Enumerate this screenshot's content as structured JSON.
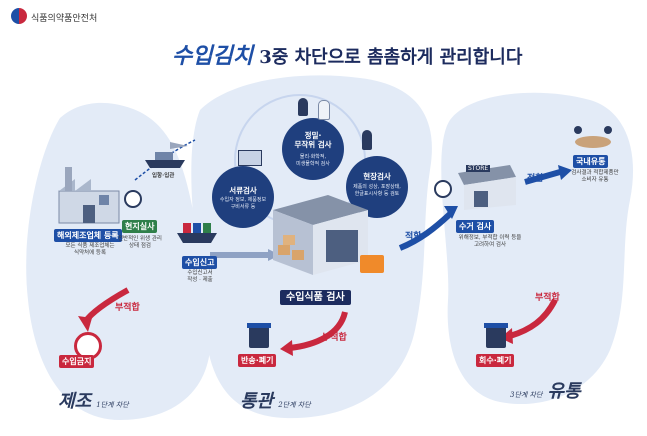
{
  "header": {
    "agency": "식품의약품안전처"
  },
  "title": {
    "script": "수입김치",
    "rest": "3중 차단으로 촘촘하게 관리합니다"
  },
  "manufacturing": {
    "registration": "해외제조업체 등록",
    "registration_desc": "모든 식품 제조업체는\n식약처에 등록",
    "onsite": "현지실사",
    "onsite_desc": "전반적인 위생 관리\n상태 점검",
    "nonconforming": "부적합",
    "ban": "수입금지",
    "caption_big": "제조",
    "caption_small": "1단계 차단"
  },
  "customs": {
    "ship_plane": "입항·입관",
    "declaration": "수입신고",
    "declaration_desc": "수입신고서\n작성 · 제출",
    "document_check": "서류검사",
    "document_desc": "수입자 정보, 제품정보\n구비서류 등",
    "precision_check": "정밀·\n무작위 검사",
    "precision_desc": "물리·화학적,\n미생물학적 검사",
    "field_check": "현장검사",
    "field_desc": "제품의 성상, 포장상태,\n한글표시사항 등 검토",
    "import_check": "수입식품 검사",
    "nonconforming": "부적합",
    "return": "반송·폐기",
    "caption_big": "통관",
    "caption_small": "2단계 차단",
    "conforming": "적합"
  },
  "distribution": {
    "collection_check": "수거 검사",
    "collection_desc": "위해정보, 부적합 이력 등을\n고려하여 검사",
    "conforming": "적합",
    "domestic": "국내유통",
    "domestic_desc": "검사결과 적합제품만\n소비자 유통",
    "nonconforming": "부적합",
    "recall": "회수·폐기",
    "caption_big": "유통",
    "caption_small": "3단계 차단",
    "store_sign": "STORE"
  },
  "colors": {
    "blob": "#e3ebf7",
    "navy": "#1c2b5e",
    "blue": "#1e4fa6",
    "red": "#c9283e",
    "green": "#2f7f4a"
  }
}
